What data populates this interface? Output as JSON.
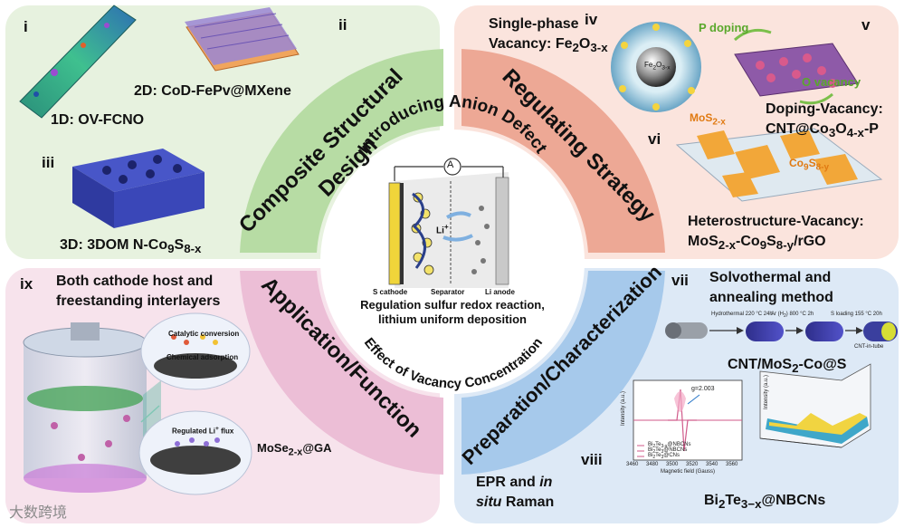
{
  "quadrants": {
    "composite": {
      "ring_title": "Composite Structural Design",
      "ring_title_line1": "Composite Structural",
      "ring_title_line2": "Design",
      "items": [
        {
          "num": "i",
          "label": "1D: OV-FCNO"
        },
        {
          "num": "ii",
          "label": "2D: CoD-FePv@MXene"
        },
        {
          "num": "iii",
          "label": "3D: 3DOM N-Co9S8-x"
        }
      ]
    },
    "regulating": {
      "ring_title": "Regulating Strategy",
      "items": [
        {
          "num": "iv",
          "label_line1": "Single-phase",
          "label_line2": "Vacancy: Fe2O3-x",
          "core_label": "Fe2O3-x"
        },
        {
          "num": "v",
          "label_line1": "Doping-Vacancy:",
          "label_line2": "CNT@Co3O4-x-P",
          "p_doping": "P doping",
          "o_vacancy": "O vacancy"
        },
        {
          "num": "vi",
          "label_line1": "Heterostructure-Vacancy:",
          "label_line2": "MoS2-x-Co9S8-y/rGO",
          "mos2_tag": "MoS2-x",
          "co9s8_tag": "Co9S8-y"
        }
      ]
    },
    "application": {
      "ring_title": "Application/Function",
      "items": [
        {
          "num": "ix",
          "label_line1": "Both cathode host and",
          "label_line2": "freestanding interlayers"
        }
      ],
      "bubble_labels": [
        "Catalytic conversion",
        "Chemical adsorption",
        "Regulated Li+ flux"
      ],
      "material": "MoSe2-x@GA"
    },
    "preparation": {
      "ring_title": "Preparation/Characterization",
      "items": [
        {
          "num": "vii",
          "label_line1": "Solvothermal and",
          "label_line2": "annealing method",
          "material": "CNT/MoS2-Co@S"
        },
        {
          "num": "viii",
          "label_line1": "EPR and in",
          "label_line2": "situ Raman",
          "material": "Bi2Te3-x@NBCNs"
        }
      ],
      "process_steps": [
        "Hydrothermal 220 °C 24h",
        "Ar (H2) 800 °C 2h",
        "S loading 155 °C 20h",
        "CNT-in-tube"
      ],
      "epr": {
        "g_label": "g=2.003",
        "xlabel": "Magnetic field (Gauss)",
        "ylabel": "Intensity (a.u.)",
        "ticks": [
          "3460",
          "3480",
          "3500",
          "3520",
          "3540",
          "3560"
        ],
        "legend": [
          "Bi2Te3-x@NBCNs",
          "Bi2Te3@NBCNs",
          "Bi2Te3@CNs"
        ]
      },
      "raman_ylabel": "Intensity (a.u.)"
    }
  },
  "center": {
    "arc_top": "Introducing Anion Defect",
    "arc_bottom": "Effect of Vacancy Concentration",
    "meter": "A",
    "li_label": "Li+",
    "cathode": "S cathode",
    "separator": "Separator",
    "anode": "Li anode",
    "caption_line1": "Regulation sulfur redox reaction,",
    "caption_line2": "lithium uniform deposition"
  },
  "watermark": "大数跨境",
  "colors": {
    "green_ring": "#b7dca4",
    "salmon_ring": "#eda895",
    "pink_ring": "#ecbed6",
    "blue_ring": "#a6c9eb",
    "tl_bg": "#e7f2df",
    "tr_bg": "#fbe4dd",
    "bl_bg": "#f7e3ec",
    "br_bg": "#dde9f6"
  }
}
